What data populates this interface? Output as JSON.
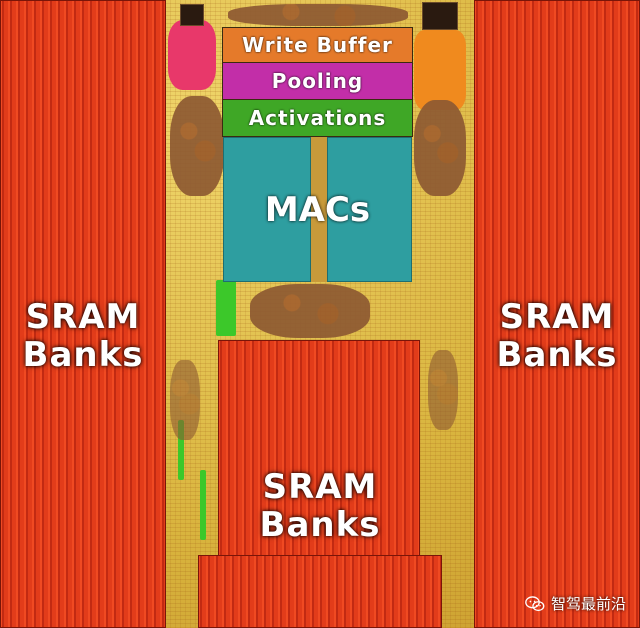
{
  "labels": {
    "write_buffer": "Write Buffer",
    "pooling": "Pooling",
    "activations": "Activations",
    "macs": "MACs"
  },
  "sram_banks": [
    {
      "line1": "SRAM",
      "line2": "Banks"
    },
    {
      "line1": "SRAM",
      "line2": "Banks"
    },
    {
      "line1": "SRAM",
      "line2": "Banks"
    }
  ],
  "watermark": {
    "text": "智驾最前沿",
    "icon": "wechat-icon"
  },
  "colors": {
    "sram": "#d8321a",
    "write_buffer": "#e57a2a",
    "pooling": "#c22ea8",
    "activations": "#3fa726",
    "macs": "#2e9ea0",
    "logic": "#e2c24c"
  }
}
